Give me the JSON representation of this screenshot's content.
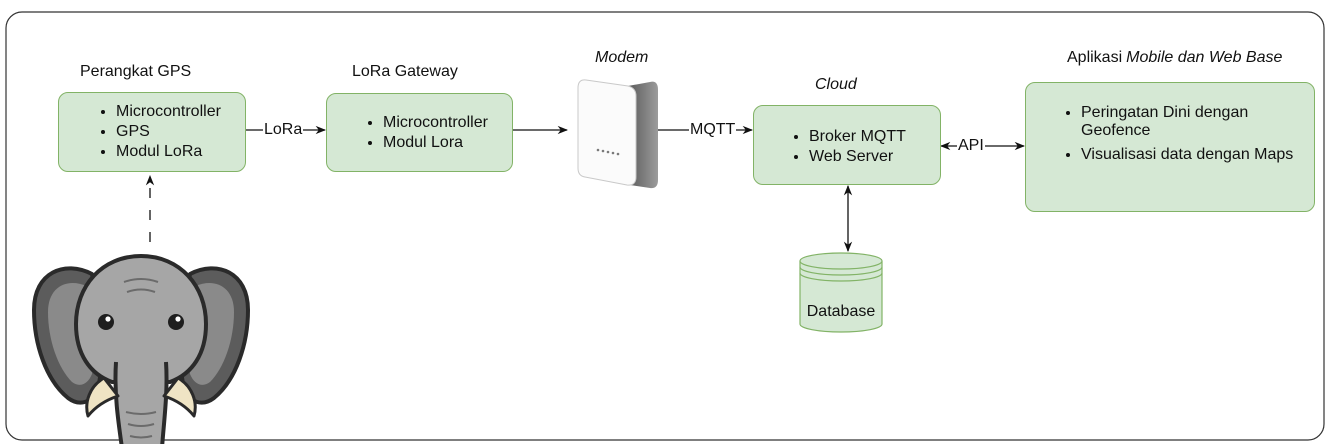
{
  "nodes": {
    "gps_device": {
      "title": "Perangkat GPS",
      "items": [
        "Microcontroller",
        "GPS",
        "Modul LoRa"
      ]
    },
    "lora_gateway": {
      "title": "LoRa Gateway",
      "items": [
        "Microcontroller",
        "Modul Lora"
      ]
    },
    "modem": {
      "title": "Modem",
      "icon": "wifi-router-icon"
    },
    "cloud": {
      "title": "Cloud",
      "items": [
        "Broker MQTT",
        "Web Server"
      ]
    },
    "application": {
      "title_prefix": "Aplikasi",
      "title_italic": "Mobile dan Web Base",
      "items": [
        "Peringatan Dini dengan Geofence",
        "Visualisasi data dengan Maps"
      ],
      "icons": [
        "smartphone-icon",
        "monitor-icon"
      ]
    },
    "database": {
      "label": "Database"
    },
    "source": {
      "icon": "elephant-icon"
    }
  },
  "edges": {
    "gps_to_gateway": "LoRa",
    "modem_to_cloud": "MQTT",
    "cloud_to_app": "API"
  },
  "colors": {
    "node_fill": "#d5e8d4",
    "node_stroke": "#82b366",
    "frame_stroke": "#333333",
    "elephant_body": "#a6a6a6",
    "tusk": "#efe4c4"
  }
}
